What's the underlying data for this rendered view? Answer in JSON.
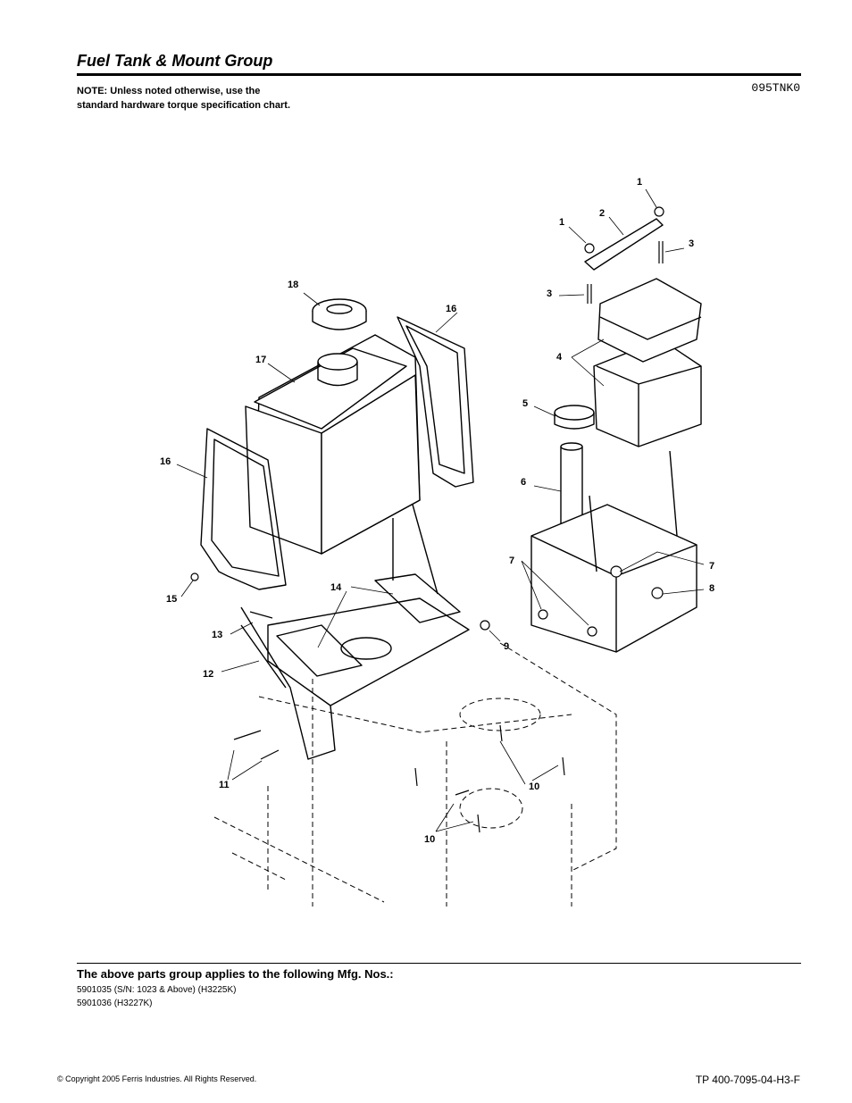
{
  "header": {
    "title": "Fuel Tank & Mount Group",
    "note": "NOTE: Unless noted otherwise, use the standard hardware torque specification chart.",
    "code": "095TNK0"
  },
  "diagram": {
    "callouts": [
      "1",
      "1",
      "2",
      "3",
      "3",
      "4",
      "5",
      "6",
      "7",
      "7",
      "8",
      "9",
      "10",
      "10",
      "11",
      "12",
      "13",
      "14",
      "15",
      "16",
      "16",
      "17",
      "18"
    ]
  },
  "footer": {
    "applies_heading": "The above parts group applies to the following Mfg. Nos.:",
    "mfg_numbers": [
      "5901035 (S/N: 1023 & Above) (H3225K)",
      "5901036 (H3227K)"
    ],
    "copyright": "© Copyright  2005 Ferris Industries. All Rights Reserved.",
    "doc_number": "TP 400-7095-04-H3-F"
  }
}
